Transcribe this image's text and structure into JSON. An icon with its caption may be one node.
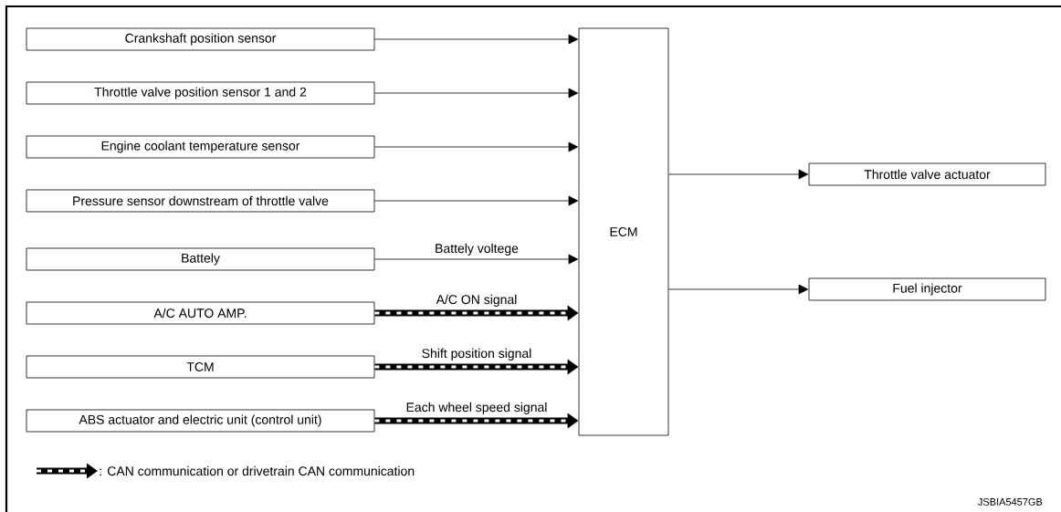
{
  "diagram": {
    "nodes": [
      {
        "text": [
          "Crankshaft position sensor"
        ]
      },
      {
        "text": [
          "Throttle valve position sensor 1 and 2"
        ]
      },
      {
        "text": [
          "Engine coolant temperature sensor"
        ]
      },
      {
        "text": [
          "Pressure sensor downstream of throttle valve"
        ]
      },
      {
        "text": [
          "Battely"
        ]
      },
      {
        "text": [
          "A/C AUTO AMP."
        ]
      },
      {
        "text": [
          "TCM"
        ]
      },
      {
        "text": [
          "ABS actuator and electric unit (control unit)"
        ]
      },
      {
        "text": [
          "ECM"
        ]
      },
      {
        "text": [
          "Throttle valve actuator"
        ]
      },
      {
        "text": [
          "Fuel injector"
        ]
      }
    ],
    "edges": [
      {
        "from": 0,
        "to": 8,
        "arrow": "to"
      },
      {
        "from": 1,
        "to": 8,
        "arrow": "to"
      },
      {
        "from": 2,
        "to": 8,
        "arrow": "to"
      },
      {
        "from": 3,
        "to": 8,
        "arrow": "to"
      },
      {
        "from": 4,
        "to": 8,
        "arrow": "to",
        "label": "Battely voltege"
      },
      {
        "from": 5,
        "to": 8,
        "arrow": "to",
        "label": "A/C ON signal",
        "style": "thick"
      },
      {
        "from": 6,
        "to": 8,
        "arrow": "to",
        "label": "Shift position signal",
        "style": "thick"
      },
      {
        "from": 7,
        "to": 8,
        "arrow": "to",
        "label": "Each wheel speed signal",
        "style": "thick"
      },
      {
        "from": 8,
        "to": 9,
        "arrow": "to"
      },
      {
        "from": 8,
        "to": 10,
        "arrow": "to"
      }
    ],
    "labels": [
      "JSBIA5457GB"
    ],
    "legend": [
      {
        "text": ": CAN communication or drivetrain CAN communication"
      }
    ]
  }
}
